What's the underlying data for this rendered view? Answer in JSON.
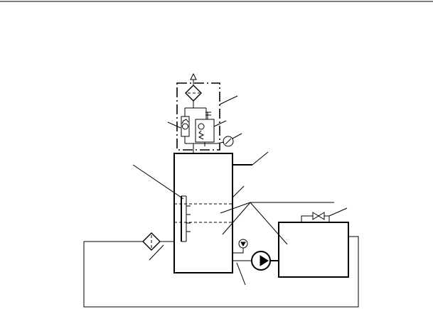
{
  "diagram": {
    "kind": "hydraulic/pneumatic schematic",
    "components": [
      "top-rule",
      "dashed-control-block",
      "air-filter",
      "check-valve",
      "pressure-relief-valve",
      "pressure-gauge",
      "tank",
      "level-gauge",
      "inlet-filter",
      "pump",
      "receiver-tank",
      "shutoff-valve",
      "return-line"
    ],
    "leaders": 14
  }
}
